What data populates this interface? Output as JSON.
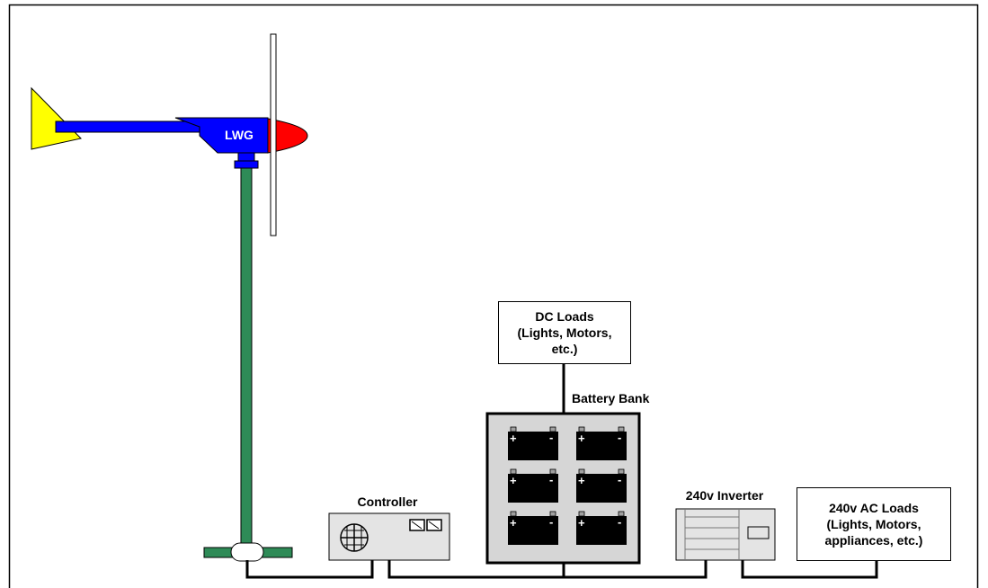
{
  "generator_label": "LWG",
  "dc_loads": {
    "line1": "DC Loads",
    "line2": "(Lights, Motors,",
    "line3": "etc.)"
  },
  "battery_bank_label": "Battery Bank",
  "battery_terminals": {
    "positive": "+",
    "negative": "-"
  },
  "controller_label": "Controller",
  "inverter_label": "240v Inverter",
  "ac_loads": {
    "line1": "240v AC Loads",
    "line2": "(Lights, Motors,",
    "line3": "appliances, etc.)"
  },
  "colors": {
    "tail_vane": "#ffff00",
    "boom": "#0000ff",
    "nose_cone": "#ff0000",
    "tower": "#2e8b57",
    "equipment": "#e4e4e4",
    "battery": "#000000"
  }
}
